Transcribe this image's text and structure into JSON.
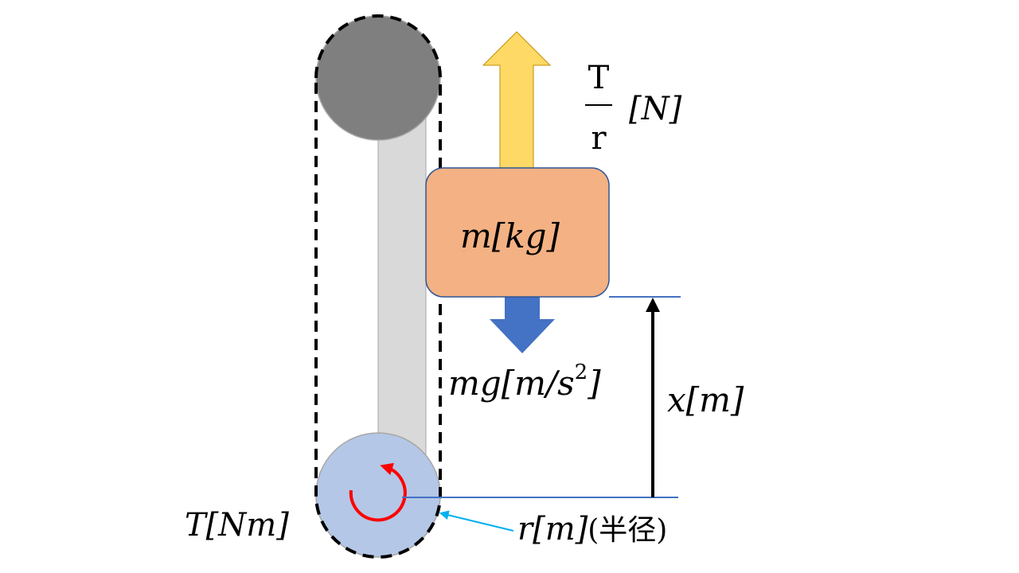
{
  "labels": {
    "tension_num": "T",
    "tension_den": "r",
    "tension_unit": "[N]",
    "mass": "m[kg]",
    "weight": "mg[m/s",
    "weight_exp": "2",
    "weight_close": "]",
    "height": "x[m]",
    "torque": "T[Nm]",
    "radius": "r[m]",
    "radius_note": "(半径)"
  },
  "colors": {
    "top_pulley": "#7f7f7f",
    "bottom_pulley": "#b4c7e7",
    "pulley_edge": "#a6a6a6",
    "column": "#d9d9d9",
    "mass_block": "#f4b183",
    "mass_edge": "#2f5597",
    "force_up": "#ffd966",
    "force_down": "#4472c4",
    "reference_line": "#4472c4",
    "rotation_arrow": "#ff0000",
    "radius_pointer": "#00b0f0"
  }
}
